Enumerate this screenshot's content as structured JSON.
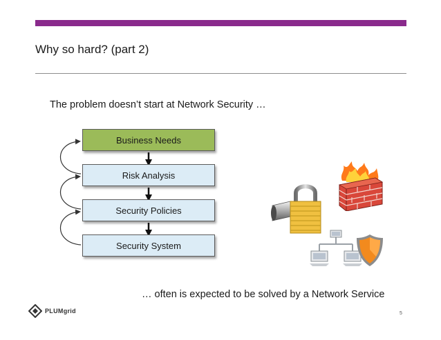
{
  "slide": {
    "title": "Why so hard? (part 2)",
    "intro": "The problem doesn’t start at Network Security …",
    "footer": "… often is expected to be solved by a Network Service",
    "page_number": "5"
  },
  "flow": {
    "steps": [
      {
        "label": "Business Needs"
      },
      {
        "label": "Risk Analysis"
      },
      {
        "label": "Security Policies"
      },
      {
        "label": "Security System"
      }
    ]
  },
  "logo": {
    "name": "PLUMgrid"
  },
  "icons": {
    "padlock": "padlock-icon",
    "firewall": "firewall-icon",
    "network": "network-computers-icon",
    "shield": "shield-icon"
  },
  "colors": {
    "accent_bar": "#8a2a8c",
    "first_step_fill": "#9bbb59",
    "step_fill": "#dcecf6"
  }
}
